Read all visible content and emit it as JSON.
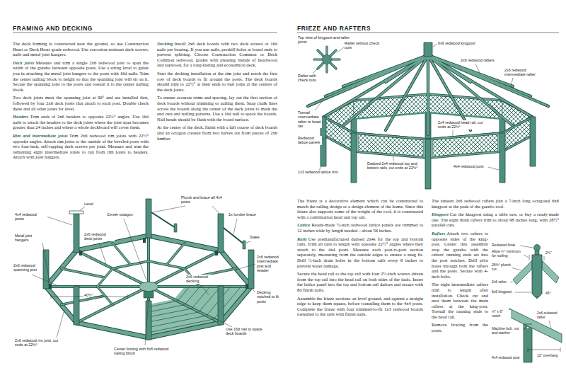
{
  "diagram": {
    "labels": [
      "FRAMING AND DECKING",
      "FRIEZE AND RAFTERS",
      "The deck framing is constructed near the ground, so use Construction Heart or Deck Heart grade redwood. Use corrosion-resistant deck screws, nails and metal joist hangers.",
      "Deck joists",
      "Measure and trim a single 2x6 redwood joist to span the width of the gazebo between opposite posts. Use a string level to guide you in attaching the metal joist hangers to the posts with 16d nails. Trim the center nailing block to height so that the spanning joist will sit on it. Secure the spanning joist to the posts and toenail it to the center nailing block.",
      "Two deck joists meet the spanning joist at 90° and are installed first, followed by four 2x6 deck joists that attach to each post. Double check these and all other joists for level.",
      "Headers",
      "Trim ends of 2x6 headers to opposite 22½° angles. Use 16d nails to attach the headers to the deck joists where the joist span becomes greater than 24 inches and where a whole deckboard will cover them.",
      "Rim and intermediate joists",
      "Trim 2x6 redwood rim joists with 22½° opposite angles. Attach rim joists to the outside of the beveled posts with two four-inch, self-tapping deck screws per joint. Measure and trim the remaining eight intermediate joists to run from rim joists to headers. Attach with joist hangers.",
      "Decking",
      "Install 2x6 deck boards with two deck screws or 16d nails per bearing. If you use nails, predrill holes at board ends to prevent splitting. Choose Construction Common or Deck Common redwood, grades with pleasing blends of heartwood and sapwood, for a long-lasting and economical deck.",
      "Start the decking installation at the rim joist and notch the first row of deck boards to fit around the posts. The deck boards should trim to 22½° at their ends to butt joins at the centers of the deck joists.",
      "To ensure accurate trims and spacing, lay out the first section of deck boards without trimming or nailing them. Snap chalk lines across the boards along the center of the deck joists to mark the end cuts and nailing patterns. Use a 16d nail to space the boards. Nail heads should be flush with the board surface.",
      "At the center of the deck, finish with a full course of deck boards and an octagon created from two halves cut from pieces of 2x6 lumber.",
      "Level",
      "Plumb and brace all 4x4 posts",
      "Center octagon",
      "1x lumber brace",
      "Stake",
      "4x4 redwood posts",
      "Metal joist hangers",
      "2x6 redwood deck joists",
      "2x6 redwood intermediate joist and header",
      "2x6 redwood spanning joist",
      "40½\"",
      "2x6 redwood decking",
      "Decking notched to fit posts",
      "Use 16d nail to space deck boards",
      "Center footing with 6x6 redwood nailing block",
      "2x6 redwood rim joist, cut ends at 22½°",
      "Top view of kingpost and rafter joints",
      "Rafter without check outs",
      "Rafter with check outs",
      "6x6 redwood kingpost",
      "2x6 redwood rafters",
      "2x6 redwood intermediate rafter",
      "Toenail intermediate rafter to head rail",
      "2x4 redwood head rail, cut ends at 22½°",
      "Redwood lattice panels",
      "1x3 redwood lattice trim",
      "Dadoed 2x4 redwood top and bottom rails, cut ends at 22½°",
      "4x4 redwood post",
      "The frieze is a decorative element which can be constructed to match the railing design or a design element of the home. Since this frieze also supports some of the weight of the roof, it is constructed with a combination head and top rail.",
      "Lattice",
      "Ready-made ½-inch redwood lattice panels are trimmed to 12 inches wide by length needed—about 56 inches.",
      "Rails",
      "Use premanufactured dadoed 2x4s for the top and bottom rails. Trim all rails to length with opposite 22½° angles where they attach to the 4x4 posts. Measure each post-to-post section separately, measuring from the outside edges to ensure a snug fit. Drill ½-inch drain holes in the bottom rails every 8 inches to prevent water damage.",
      "Secure the head rail to the top rail with four 2½-inch screws driven from the top rail into the head rail on both sides of the dado. Insert the lattice panel into the top and bottom rail dadoes and secure with 8d finish nails.",
      "Assemble the frieze sections on level ground, and against a straight edge to keep them square, before toenailing them to the 4x4 posts. Complete the frieze with four trimmed-to-fit 1x3 redwood boards toenailed to the rails with finish nails.",
      "The sixteen 2x6 redwood rafters join a 7-inch long octagonal 6x6 kingpost at the peak of the gazebo roof.",
      "Kingpost",
      "Cut the kingpost using a table saw, or buy a ready-made one. The eight main rafters trim to about 98 inches long, with 28½° parallel cuts.",
      "Rafters",
      "Attach two rafters to opposite sides of the king-post. Center this assembly atop the gazebo with the rafters' running ends set into the post notches. Drill pilot holes through both the rafters and the posts. Secure with 4-inch bolts.",
      "The eight intermediate rafters trim to length after installation. Check cut and nest them between the main rafters at the king-post. Toenail the running ends to the head rail.",
      "Remove bracing from the posts.",
      "Redwood finial",
      "Allow ¾\" minimum for roofing",
      "2½\"",
      "26½° plumb cut",
      "2x6 rafter",
      "6x6 kingpost",
      "45°",
      "2x6 redwood rafter",
      "⅝\" x 6\" notch",
      "Machine bolt, nut and washer",
      "4x4 redwood post",
      "12\" overhang"
    ]
  }
}
